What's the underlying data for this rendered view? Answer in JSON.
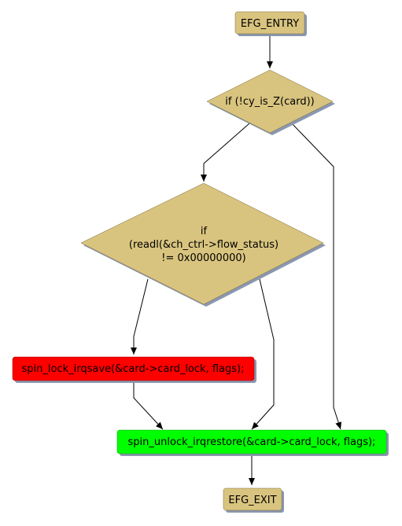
{
  "diagram": {
    "colors": {
      "terminal_fill": "#d9c47f",
      "decision_fill": "#d9c47f",
      "error_fill": "#ff0000",
      "ok_fill": "#00ff00",
      "shadow": "#8a97b0",
      "edge": "#000000"
    },
    "nodes": {
      "entry": {
        "label": "EFG_ENTRY",
        "shape": "terminal"
      },
      "cond1": {
        "label": "if (!cy_is_Z(card))",
        "shape": "decision"
      },
      "cond2": {
        "line1": "if",
        "line2": "(readl(&ch_ctrl->flow_status)",
        "line3": "!= 0x00000000)",
        "shape": "decision"
      },
      "lock": {
        "label": "spin_lock_irqsave(&card->card_lock, flags);",
        "shape": "process"
      },
      "unlock": {
        "label": "spin_unlock_irqrestore(&card->card_lock, flags);",
        "shape": "process"
      },
      "exit": {
        "label": "EFG_EXIT",
        "shape": "terminal"
      }
    },
    "edges": [
      {
        "from": "entry",
        "to": "cond1"
      },
      {
        "from": "cond1",
        "to": "cond2"
      },
      {
        "from": "cond1",
        "to": "unlock"
      },
      {
        "from": "cond2",
        "to": "lock"
      },
      {
        "from": "cond2",
        "to": "unlock"
      },
      {
        "from": "lock",
        "to": "unlock"
      },
      {
        "from": "unlock",
        "to": "exit"
      }
    ]
  }
}
